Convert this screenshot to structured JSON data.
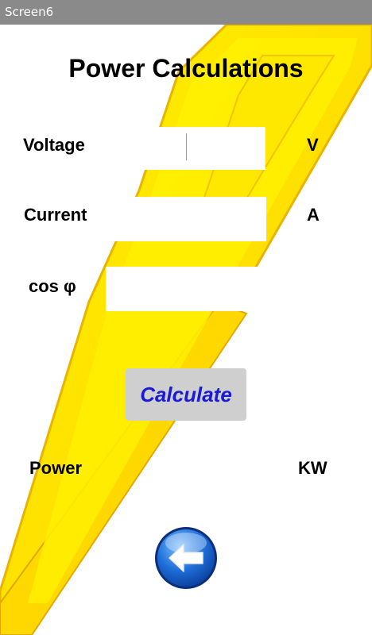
{
  "window": {
    "title": "Screen6"
  },
  "header": {
    "title": "Power Calculations"
  },
  "form": {
    "voltage": {
      "label": "Voltage",
      "value": "",
      "unit": "V"
    },
    "current": {
      "label": "Current",
      "value": "",
      "unit": "A"
    },
    "cos_phi": {
      "label": "cos φ",
      "value": ""
    }
  },
  "actions": {
    "calculate_label": "Calculate",
    "back_icon": "left-arrow-icon"
  },
  "result": {
    "label": "Power",
    "value": "",
    "unit": "KW"
  },
  "colors": {
    "bolt_outer": "#FFD400",
    "bolt_inner": "#FFF000",
    "bolt_edge": "#E0A800",
    "button_text": "#1A1AD6",
    "back_button": "#1E6FD9"
  }
}
